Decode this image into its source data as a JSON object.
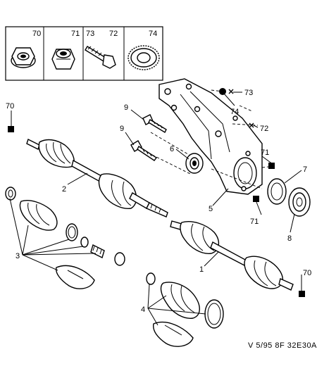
{
  "legend_box": {
    "labels": [
      "70",
      "71",
      "73",
      "72",
      "74"
    ]
  },
  "callouts": {
    "c1": "1",
    "c2": "2",
    "c3": "3",
    "c4": "4",
    "c5": "5",
    "c6": "6",
    "c7": "7",
    "c8": "8",
    "c9a": "9",
    "c9b": "9",
    "c70a": "70",
    "c70b": "70",
    "c71a": "71",
    "c71b": "71",
    "c72": "72",
    "c73": "73",
    "c74": "74"
  },
  "reference": "V 5/95 8F 32E30A"
}
